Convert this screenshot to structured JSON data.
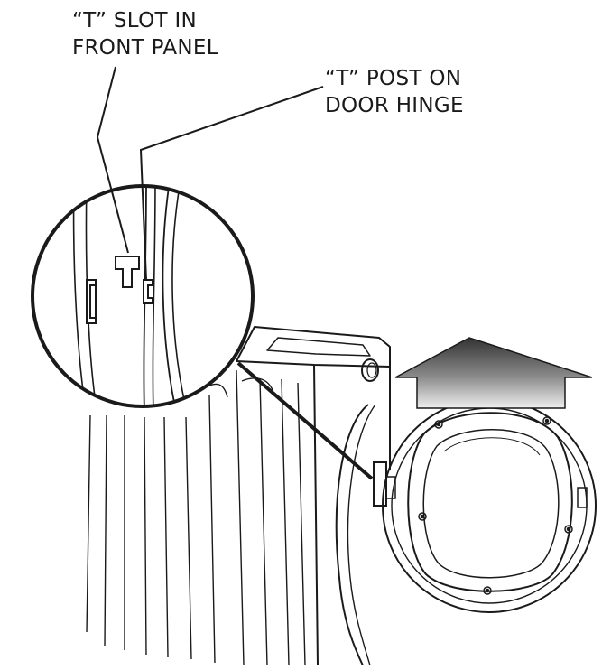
{
  "callouts": {
    "slot": {
      "line1": "“T” SLOT IN",
      "line2": "FRONT PANEL"
    },
    "post": {
      "line1": "“T” POST ON",
      "line2": "DOOR HINGE"
    }
  },
  "colors": {
    "ink": "#1a1a1a",
    "arrow_dark": "#3a3a3a",
    "arrow_light": "#e6e6e6",
    "background": "#ffffff"
  }
}
